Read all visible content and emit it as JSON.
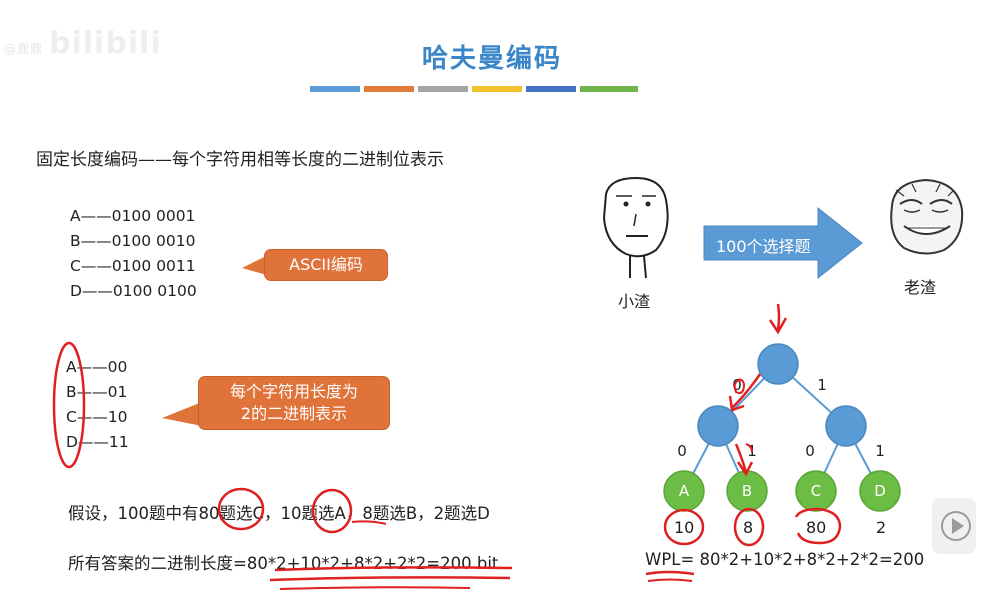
{
  "watermark": {
    "small": "@鹿鼎",
    "brand": "bilibili"
  },
  "title": "哈夫曼编码",
  "colors": {
    "title": "#3a86c8",
    "bars": [
      "#5b9bd5",
      "#e07b39",
      "#a5a5a5",
      "#f2c12e",
      "#4472c4",
      "#70b44d"
    ],
    "callout": "#e0733a",
    "node_blue": "#5b9bd5",
    "node_green": "#6cbd45",
    "edge": "#5b9bd5",
    "annotation_red": "#e02020"
  },
  "fixed_heading": "固定长度编码——每个字符用相等长度的二进制位表示",
  "ascii_codes": [
    "A——0100 0001",
    "B——0100 0010",
    "C——0100 0011",
    "D——0100 0100"
  ],
  "callout_ascii": "ASCII编码",
  "short_codes": [
    "A——00",
    "B——01",
    "C——10",
    "D——11"
  ],
  "callout_two_bit": {
    "line1": "每个字符用长度为",
    "line2": "2的二进制表示"
  },
  "assume": {
    "prefix": "假设，100题中有",
    "n1": "80",
    "t1": "题选C，",
    "n2": "10",
    "t2": "题选A，8题选B，2题选D"
  },
  "total": {
    "prefix": "所有答案的二进制长度",
    "formula": "=80*2+10*2+8*2+2*2=200 bit"
  },
  "faces": {
    "left_label": "小渣",
    "right_label": "老渣"
  },
  "arrow_label": "100个选择题",
  "tree": {
    "edge_labels": [
      "0",
      "1",
      "0",
      "1",
      "0",
      "1"
    ],
    "leaves": [
      "A",
      "B",
      "C",
      "D"
    ],
    "weights": [
      "10",
      "8",
      "80",
      "2"
    ],
    "icons": [
      "down-arrow-icon"
    ]
  },
  "wpl": "WPL= 80*2+10*2+8*2+2*2=200",
  "player": {
    "icon": "play-icon"
  }
}
